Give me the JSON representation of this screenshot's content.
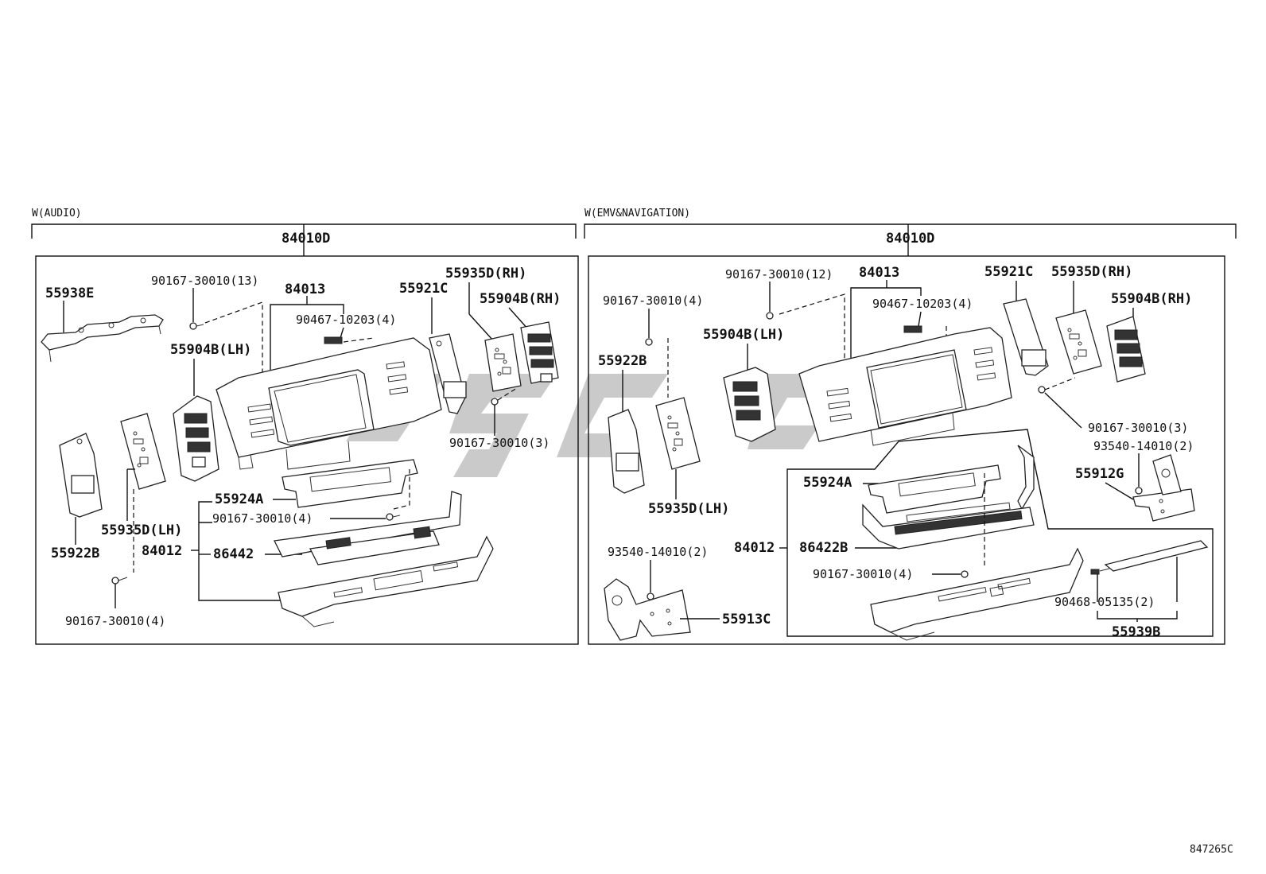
{
  "diagram_id": "847265C",
  "left_panel": {
    "condition": "W(AUDIO)",
    "assembly": "84010D",
    "labels": {
      "p55938E": "55938E",
      "p90167_13": "90167-30010(13)",
      "p84013": "84013",
      "p90467": "90467-10203(4)",
      "p55921C": "55921C",
      "p55935D_RH": "55935D(RH)",
      "p55904B_RH": "55904B(RH)",
      "p55904B_LH": "55904B(LH)",
      "p90167_3": "90167-30010(3)",
      "p55924A": "55924A",
      "p90167_4a": "90167-30010(4)",
      "p55935D_LH": "55935D(LH)",
      "p84012": "84012",
      "p86442": "86442",
      "p55922B": "55922B",
      "p90167_4b": "90167-30010(4)"
    }
  },
  "right_panel": {
    "condition": "W(EMV&NAVIGATION)",
    "assembly": "84010D",
    "labels": {
      "p90167_12": "90167-30010(12)",
      "p84013": "84013",
      "p55921C": "55921C",
      "p55935D_RH": "55935D(RH)",
      "p90167_4a": "90167-30010(4)",
      "p90467": "90467-10203(4)",
      "p55904B_RH": "55904B(RH)",
      "p55904B_LH": "55904B(LH)",
      "p55922B": "55922B",
      "p90167_3": "90167-30010(3)",
      "p93540_a": "93540-14010(2)",
      "p55912G": "55912G",
      "p55924A": "55924A",
      "p55935D_LH": "55935D(LH)",
      "p93540_b": "93540-14010(2)",
      "p84012": "84012",
      "p86422B": "86422B",
      "p90167_4b": "90167-30010(4)",
      "p90468": "90468-05135(2)",
      "p55913C": "55913C",
      "p55939B": "55939B"
    }
  },
  "colors": {
    "ink": "#111111",
    "watermark": "#b8b8b8"
  }
}
